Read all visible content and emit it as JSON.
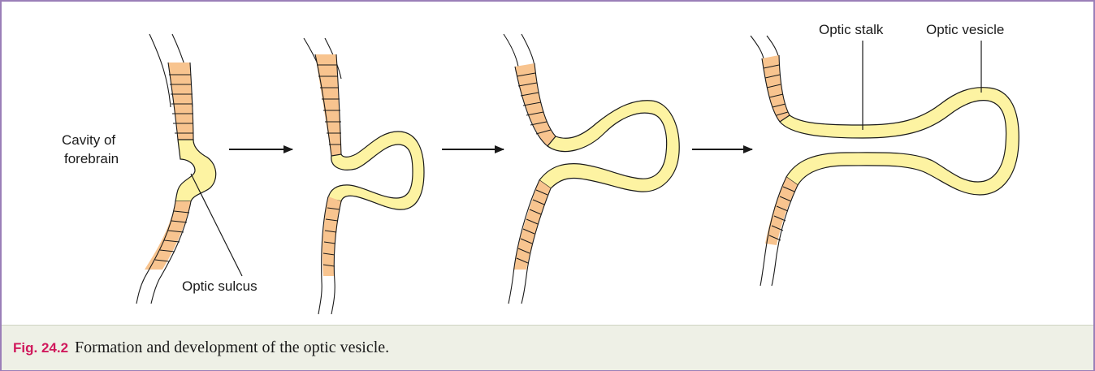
{
  "figure": {
    "labels": {
      "cavity_line1": "Cavity of",
      "cavity_line2": "forebrain",
      "optic_sulcus": "Optic sulcus",
      "optic_stalk": "Optic stalk",
      "optic_vesicle": "Optic vesicle"
    },
    "colors": {
      "neuroepithelium": "#fdf3a2",
      "stripes": "#f8c48f",
      "outline": "#1a1a1a",
      "frame": "#9b7fb8",
      "caption_bg": "#eef0e6",
      "figure_number": "#d0195c"
    },
    "stages": 4
  },
  "caption": {
    "number": "Fig. 24.2",
    "text": "Formation and development of the optic vesicle."
  }
}
